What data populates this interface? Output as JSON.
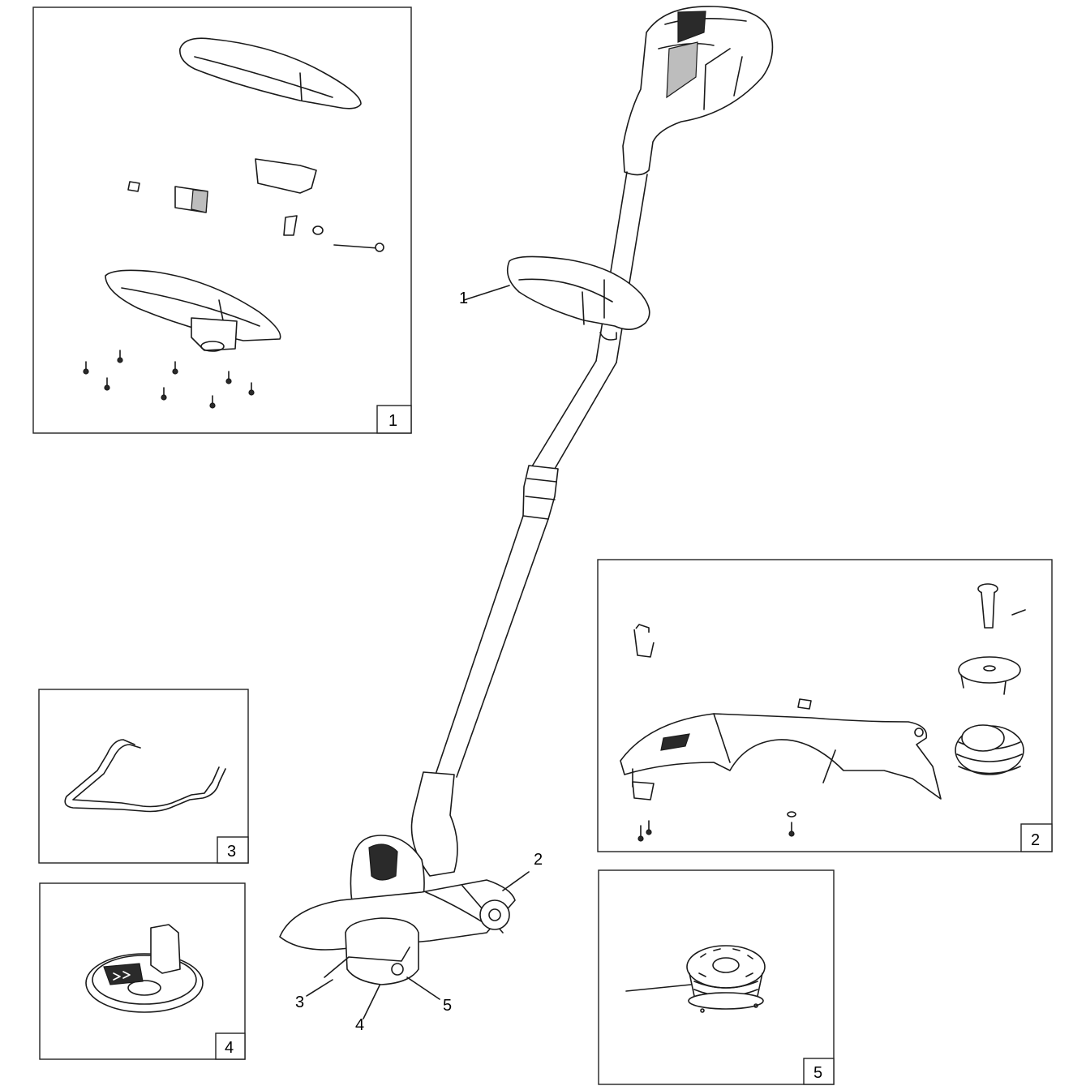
{
  "callouts": [
    "1",
    "2",
    "3",
    "4",
    "5"
  ],
  "panels": {
    "p1": {
      "number": "1"
    },
    "p2": {
      "number": "2"
    },
    "p3": {
      "number": "3"
    },
    "p4": {
      "number": "4"
    },
    "p5": {
      "number": "5"
    }
  },
  "icons": {
    "trimmer": "string-trimmer-icon",
    "handle": "auxiliary-handle-icon",
    "guard": "guard-icon",
    "edge_guide": "edge-guide-icon",
    "spool_cap": "spool-cap-icon",
    "spool": "spool-icon"
  }
}
